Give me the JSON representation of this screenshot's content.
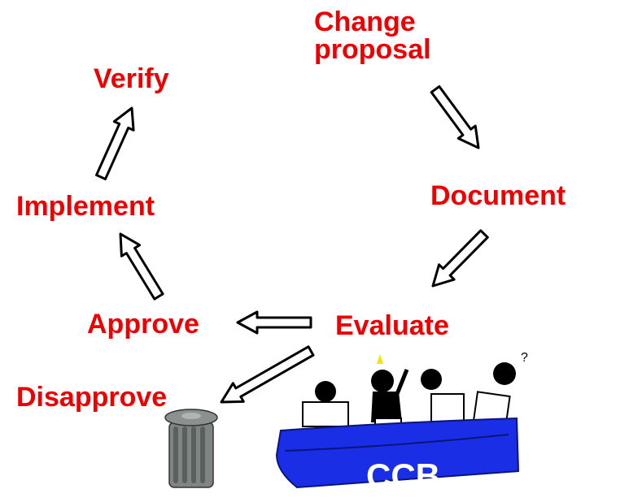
{
  "steps": {
    "change_proposal_line1": "Change",
    "change_proposal_line2": "proposal",
    "document": "Document",
    "evaluate": "Evaluate",
    "approve": "Approve",
    "disapprove": "Disapprove",
    "implement": "Implement",
    "verify": "Verify"
  },
  "board": {
    "label": "CCB"
  },
  "colors": {
    "label": "#ee0000",
    "table": "#1a2ee6",
    "trash": "#7f8583"
  }
}
